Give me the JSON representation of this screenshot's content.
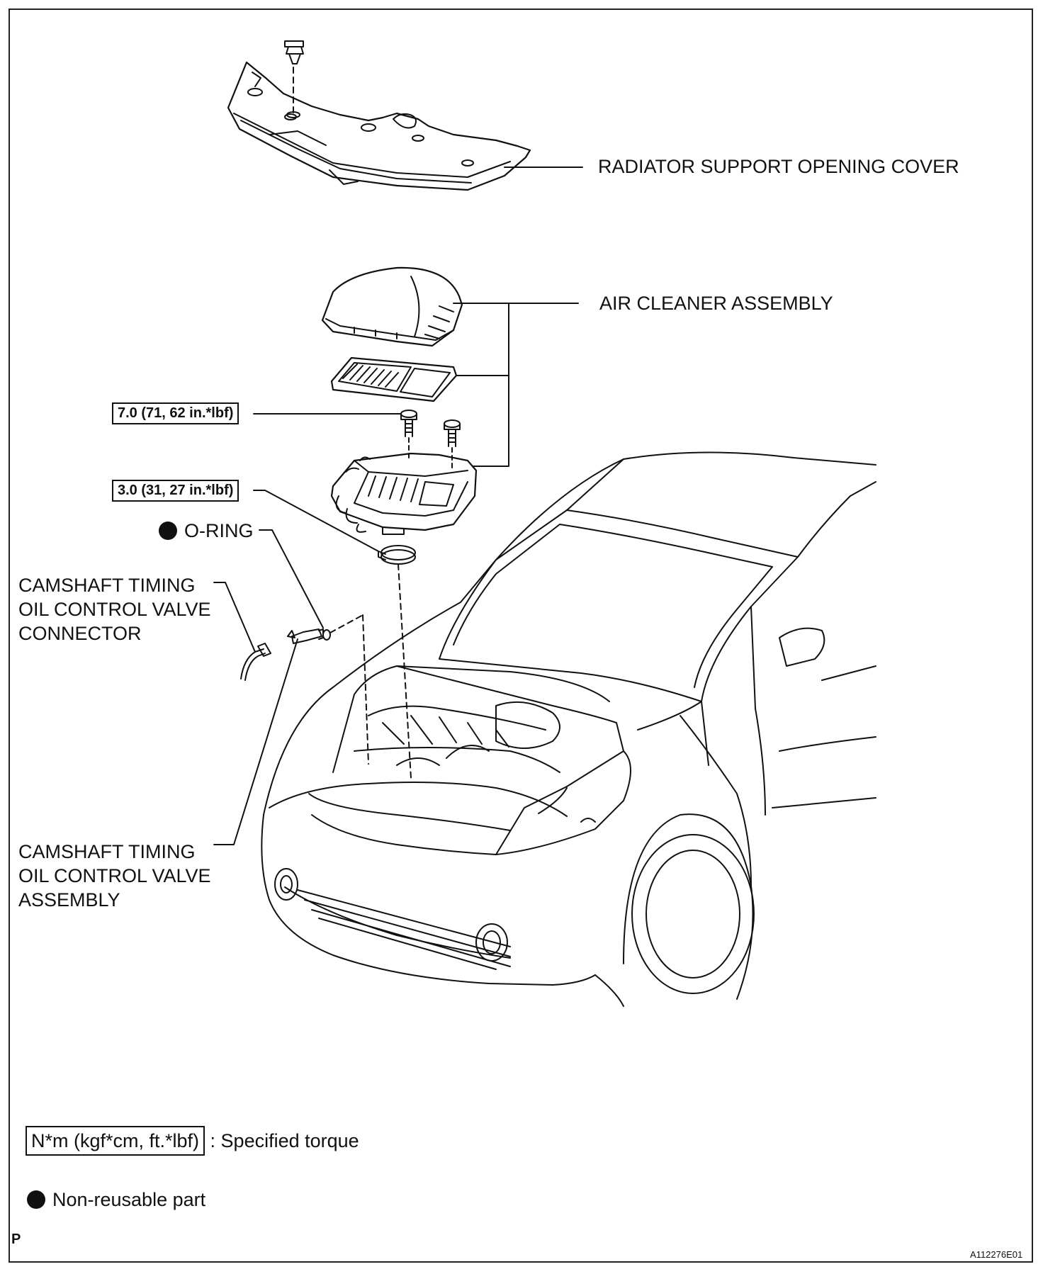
{
  "labels": {
    "radiator_cover": "RADIATOR SUPPORT OPENING COVER",
    "air_cleaner": "AIR CLEANER ASSEMBLY",
    "torque_bolt": "7.0 (71, 62 in.*lbf)",
    "torque_clamp": "3.0 (31, 27 in.*lbf)",
    "o_ring": "O-RING",
    "connector_l1": "CAMSHAFT TIMING",
    "connector_l2": "OIL CONTROL VALVE",
    "connector_l3": "CONNECTOR",
    "valve_l1": "CAMSHAFT TIMING",
    "valve_l2": "OIL CONTROL VALVE",
    "valve_l3": "ASSEMBLY"
  },
  "legend": {
    "torque_unit": "N*m (kgf*cm, ft.*lbf)",
    "torque_desc": ": Specified torque",
    "nonreusable_desc": "Non-reusable part"
  },
  "footer": {
    "corner_letter": "P",
    "figure_id": "A112276E01"
  },
  "colors": {
    "line": "#111111",
    "background": "#ffffff"
  }
}
